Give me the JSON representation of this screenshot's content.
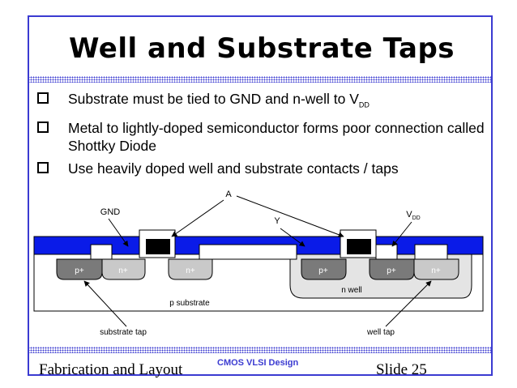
{
  "slide": {
    "title": "Well and Substrate Taps",
    "bullets": [
      {
        "text": "Substrate must be tied to GND and n-well to V",
        "sub": "DD"
      },
      {
        "text": "Metal to lightly-doped semiconductor forms poor connection called Shottky Diode",
        "sub": ""
      },
      {
        "text": "Use heavily doped well and substrate contacts / taps",
        "sub": ""
      }
    ],
    "footer": {
      "left": "Fabrication and Layout",
      "middle": "CMOS VLSI Design",
      "right": "Slide 25"
    }
  },
  "diagram": {
    "labels": {
      "a": "A",
      "gnd": "GND",
      "y": "Y",
      "vdd": "V",
      "vdd_sub": "DD",
      "p_substrate": "p substrate",
      "n_well": "n well",
      "substrate_tap": "substrate tap",
      "well_tap": "well tap"
    },
    "diffusions": [
      "p+",
      "n+",
      "n+",
      "p+",
      "p+",
      "n+"
    ],
    "colors": {
      "metal": "#0a1be8",
      "pplus": "#7a7a7a",
      "nplus": "#c9c9c9",
      "nwell": "#e4e4e4",
      "frame": "#3b3bd1"
    }
  }
}
